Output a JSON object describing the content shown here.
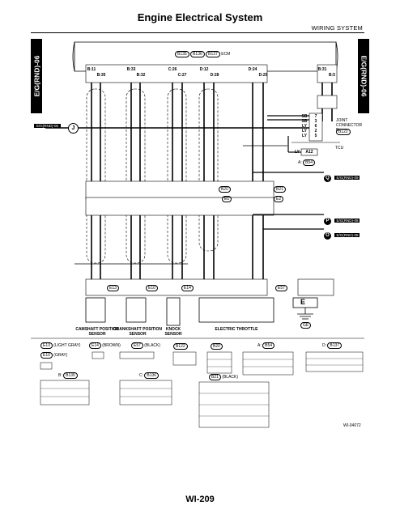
{
  "header": {
    "title": "Engine Electrical System",
    "subtitle": "WIRING SYSTEM"
  },
  "side_tab": "E/G(RND)-06",
  "ecm_label": {
    "b_ref": "B135",
    "c_ref": "B136",
    "d_ref": "B137",
    "name": "ECM"
  },
  "ecm_pins": [
    "B:11",
    "B:35",
    "B:33",
    "B:32",
    "C:26",
    "C:27",
    "D:12",
    "D:28",
    "D:24",
    "D:25",
    "B:31",
    "B:5"
  ],
  "offpage_left": "E/G(RND)-05",
  "offpage_left_marker": "J",
  "joint_connector": {
    "label": "JOINT CONNECTOR B",
    "ref": "B122",
    "pins": [
      "7",
      "3",
      "6",
      "2",
      "5"
    ],
    "colors": [
      "SB",
      "SB",
      "LY",
      "LY",
      "LY"
    ]
  },
  "tcu": {
    "label": "TCU",
    "ref": "A:",
    "connector": "B54",
    "pin": "A12",
    "color": "LY"
  },
  "offpage_refs": [
    {
      "marker": "Q",
      "text": "E/G(RND)-09"
    },
    {
      "marker": "P",
      "text": "E/G(RND)-08"
    },
    {
      "marker": "O",
      "text": "E/G(RND)-08"
    }
  ],
  "mid_connectors": [
    {
      "ref": "B20",
      "sub": "E1"
    },
    {
      "ref": "B21",
      "sub": "E2"
    }
  ],
  "components": [
    {
      "conn": "E13",
      "name": "CAMSHAFT POSITION SENSOR"
    },
    {
      "conn": "E10",
      "name": "CRANKSHAFT POSITION SENSOR"
    },
    {
      "conn": "E14",
      "name": "KNOCK SENSOR"
    },
    {
      "conn": "E57",
      "name": "ELECTRIC THROTTLE"
    }
  ],
  "ground": {
    "symbol": "E",
    "ref": "GE"
  },
  "legend": {
    "e13": {
      "ref": "E13",
      "text": "(LIGHT GRAY)"
    },
    "e14": {
      "ref": "E14",
      "text": "(BROWN)"
    },
    "e57": {
      "ref": "E57",
      "text": "(BLACK)"
    },
    "b122": {
      "ref": "B122"
    },
    "b20": {
      "ref": "B20"
    },
    "a_b54": {
      "prefix": "A:",
      "ref": "B54"
    },
    "d_b137": {
      "prefix": "D:",
      "ref": "B137"
    },
    "e10": {
      "ref": "E10",
      "text": "(GRAY)"
    },
    "b_b135": {
      "prefix": "B:",
      "ref": "B135"
    },
    "c_b136": {
      "prefix": "C:",
      "ref": "B136"
    },
    "b21": {
      "ref": "B21",
      "text": "(BLACK)"
    }
  },
  "figure_id": "WI-04072",
  "page_number": "WI-209",
  "colors": {
    "ink": "#000000",
    "paper": "#ffffff",
    "tab": "#000000"
  }
}
